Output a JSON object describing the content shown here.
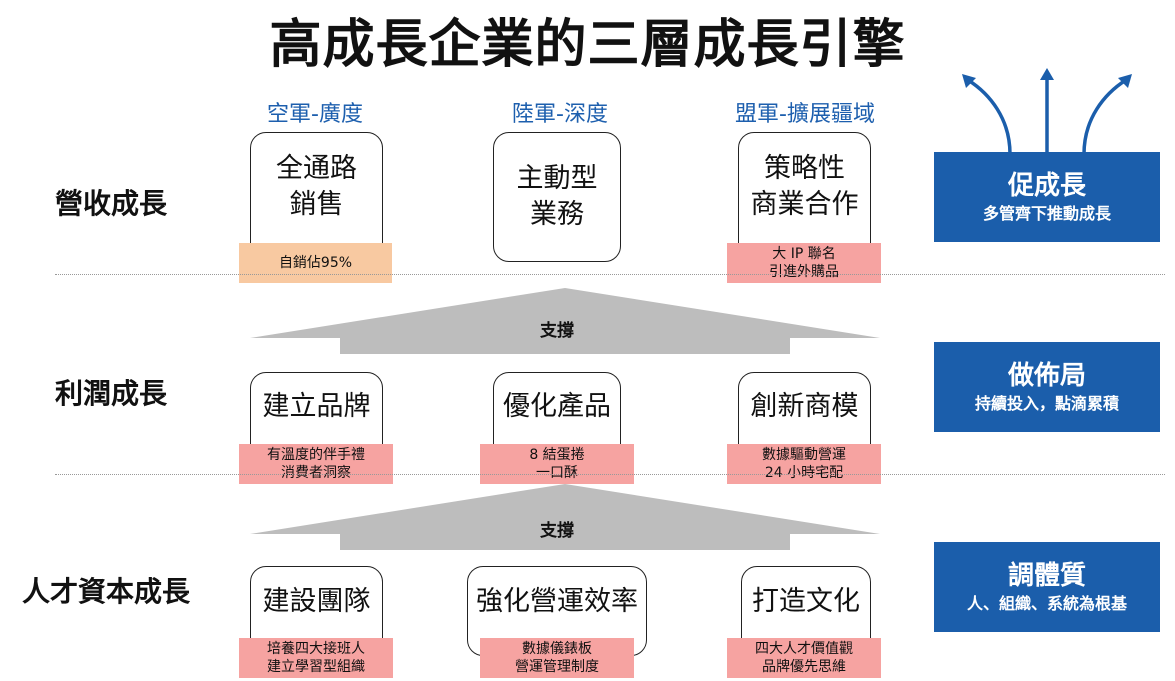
{
  "title": "高成長企業的三層成長引擎",
  "columns": [
    "空軍-廣度",
    "陸軍-深度",
    "盟軍-擴展疆域"
  ],
  "rows": [
    {
      "label": "營收成長",
      "cards": [
        {
          "lines": [
            "全通路",
            "銷售"
          ],
          "tag": [
            "自銷佔95%"
          ]
        },
        {
          "lines": [
            "主動型",
            "業務"
          ],
          "tag": []
        },
        {
          "lines": [
            "策略性",
            "商業合作"
          ],
          "tag": [
            "大 IP 聯名",
            "引進外購品"
          ]
        }
      ],
      "side": {
        "heading": "促成長",
        "sub": "多管齊下推動成長"
      }
    },
    {
      "label": "利潤成長",
      "cards": [
        {
          "lines": [
            "建立品牌"
          ],
          "tag": [
            "有溫度的伴手禮",
            "消費者洞察"
          ]
        },
        {
          "lines": [
            "優化產品"
          ],
          "tag": [
            "8 結蛋捲",
            "一口酥"
          ]
        },
        {
          "lines": [
            "創新商模"
          ],
          "tag": [
            "數據驅動營運",
            "24 小時宅配"
          ]
        }
      ],
      "side": {
        "heading": "做佈局",
        "sub": "持續投入，點滴累積"
      }
    },
    {
      "label": "人才資本成長",
      "cards": [
        {
          "lines": [
            "建設團隊"
          ],
          "tag": [
            "培養四大接班人",
            "建立學習型組織"
          ]
        },
        {
          "lines": [
            "強化營運效率"
          ],
          "tag": [
            "數據儀錶板",
            "營運管理制度"
          ]
        },
        {
          "lines": [
            "打造文化"
          ],
          "tag": [
            "四大人才價值觀",
            "品牌優先思維"
          ]
        }
      ],
      "side": {
        "heading": "調體質",
        "sub": "人、組織、系統為根基"
      }
    }
  ],
  "support_labels": [
    "支撐",
    "支撐"
  ],
  "colors": {
    "accent_blue": "#1b5eab",
    "column_text": "#1d5fae",
    "tag_orange": "#f8c9a1",
    "tag_pink": "#f6a3a1",
    "arrow_gray": "#bdbdbd"
  }
}
